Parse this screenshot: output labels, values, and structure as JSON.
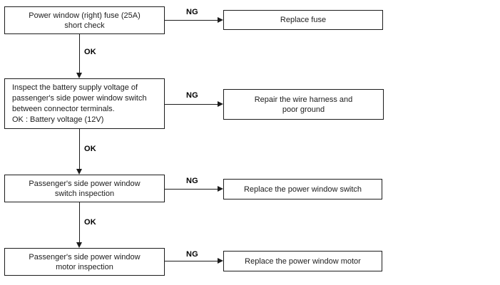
{
  "colors": {
    "bg": "#ffffff",
    "line": "#1c1c1c",
    "text": "#1c1c1c",
    "label": "#000000"
  },
  "diagram": {
    "type": "troubleshooting-flowchart",
    "steps": [
      {
        "check": "Power window (right) fuse (25A)\nshort check",
        "ng_label": "NG",
        "ng_action": "Replace fuse",
        "ok_label": "OK"
      },
      {
        "check": "Inspect the battery supply voltage of\npassenger's side power window switch\nbetween connector terminals.\nOK : Battery voltage (12V)",
        "ng_label": "NG",
        "ng_action": "Repair the wire harness and\npoor ground",
        "ok_label": "OK"
      },
      {
        "check": "Passenger's side power window\nswitch inspection",
        "ng_label": "NG",
        "ng_action": "Replace the power window switch",
        "ok_label": "OK"
      },
      {
        "check": "Passenger's side power window\nmotor inspection",
        "ng_label": "NG",
        "ng_action": "Replace the power window motor"
      }
    ]
  }
}
